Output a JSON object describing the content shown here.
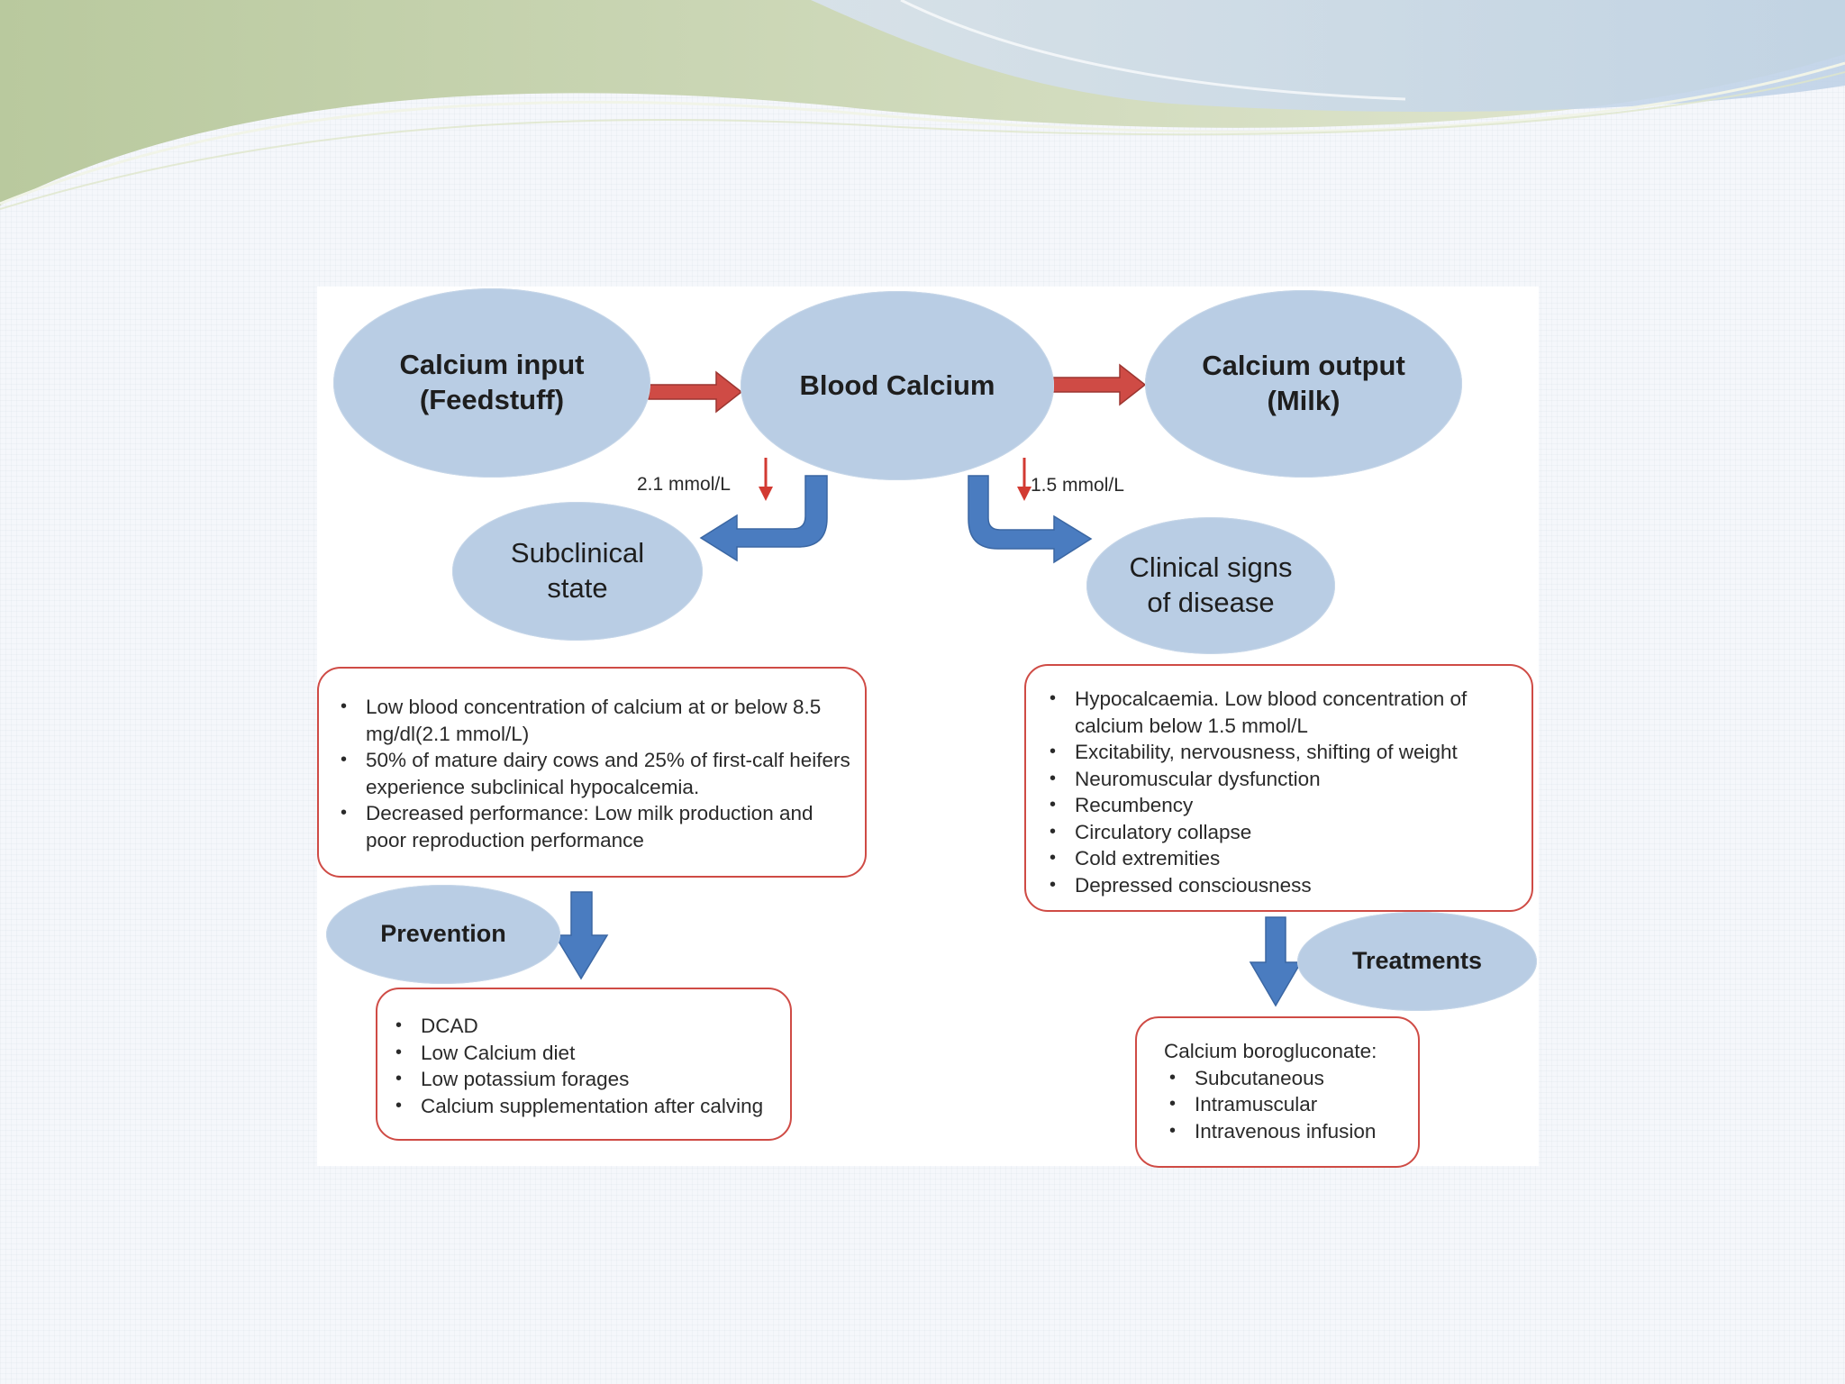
{
  "diagram": {
    "input_node": "Calcium input\n(Feedstuff)",
    "center_node": "Blood Calcium",
    "output_node": "Calcium output\n(Milk)",
    "subclinical_threshold": "2.1 mmol/L",
    "clinical_threshold": "1.5 mmol/L",
    "subclinical_node": "Subclinical\nstate",
    "clinical_node": "Clinical signs\nof disease",
    "subclinical_facts": [
      "Low blood concentration of calcium at or below 8.5 mg/dl(2.1 mmol/L)",
      "50% of mature dairy cows and 25% of first-calf heifers experience subclinical hypocalcemia.",
      "Decreased performance: Low milk production and poor reproduction performance"
    ],
    "clinical_signs": [
      "Hypocalcaemia. Low blood concentration of calcium below 1.5 mmol/L",
      "Excitability, nervousness, shifting of weight",
      "Neuromuscular dysfunction",
      "Recumbency",
      "Circulatory collapse",
      "Cold extremities",
      "Depressed consciousness"
    ],
    "prevention_node": "Prevention",
    "prevention_items": [
      "DCAD",
      "Low Calcium diet",
      "Low potassium forages",
      "Calcium supplementation after calving"
    ],
    "treatments_node": "Treatments",
    "treatment_heading": "Calcium borogluconate:",
    "treatment_items": [
      "Subcutaneous",
      "Intramuscular",
      "Intravenous infusion"
    ]
  },
  "colors": {
    "ellipse_fill": "#b9cde4",
    "box_border": "#cf4b45",
    "flow_arrow": "#cf4b45",
    "branch_arrow": "#4a7cc0",
    "threshold_arrow": "#d23a32"
  }
}
